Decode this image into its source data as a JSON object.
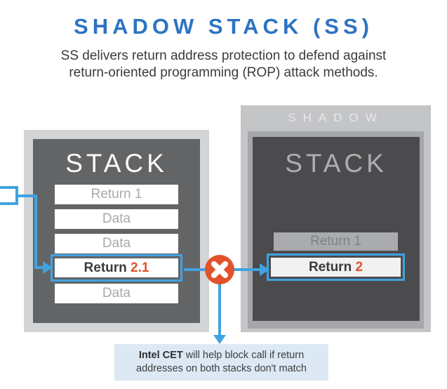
{
  "header": {
    "title": "SHADOW STACK (SS)",
    "subtitle_line1": "SS delivers return address protection to defend against",
    "subtitle_line2": "return-oriented programming (ROP) attack methods."
  },
  "left_stack": {
    "title": "STACK",
    "rows": [
      "Return 1",
      "Data",
      "Data"
    ],
    "highlight": {
      "label": "Return",
      "value": "2.1"
    },
    "bottom_row": "Data"
  },
  "right_stack": {
    "band_label": "SHADOW",
    "title": "STACK",
    "top_row": "Return 1",
    "highlight": {
      "label": "Return",
      "value": "2"
    }
  },
  "note": {
    "bold_text": "Intel CET",
    "line1_rest": " will help block call if return",
    "line2": "addresses on both stacks don't match"
  },
  "icons": {
    "block_icon": "x-circle",
    "flow_arrow": "blue-arrow"
  },
  "colors": {
    "title_blue": "#2D74C2",
    "arrow_blue": "#41A2E0",
    "alert_orange": "#E0522B",
    "left_stack_dark": "#636466",
    "right_stack_dark": "#4B4B4D",
    "note_bg": "#DCE9F5"
  }
}
